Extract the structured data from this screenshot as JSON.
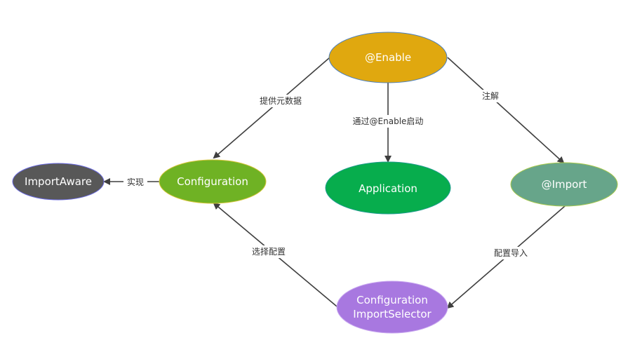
{
  "diagram": {
    "nodes": {
      "enable": {
        "label": "@Enable",
        "fill": "#e0a80f",
        "stroke": "#4a7fc0"
      },
      "import": {
        "label": "@Import",
        "fill": "#67a58a",
        "stroke": "#a8c94a"
      },
      "application": {
        "label": "Application",
        "fill": "#07ad4d",
        "stroke": "#1f9c8c"
      },
      "configuration": {
        "label": "Configuration",
        "fill": "#6fb224",
        "stroke": "#d6c53a"
      },
      "importaware": {
        "label": "ImportAware",
        "fill": "#585858",
        "stroke": "#6a6adf"
      },
      "selector": {
        "label_line1": "Configuration",
        "label_line2": "ImportSelector",
        "fill": "#a878e0",
        "stroke": "#c9a8f0"
      }
    },
    "edges": {
      "enable_to_import": {
        "label": "注解"
      },
      "enable_to_application": {
        "label": "通过@Enable启动"
      },
      "enable_to_configuration": {
        "label": "提供元数据"
      },
      "configuration_to_importaware": {
        "label": "实现"
      },
      "import_to_selector": {
        "label": "配置导入"
      },
      "selector_to_configuration": {
        "label": "选择配置"
      }
    }
  }
}
